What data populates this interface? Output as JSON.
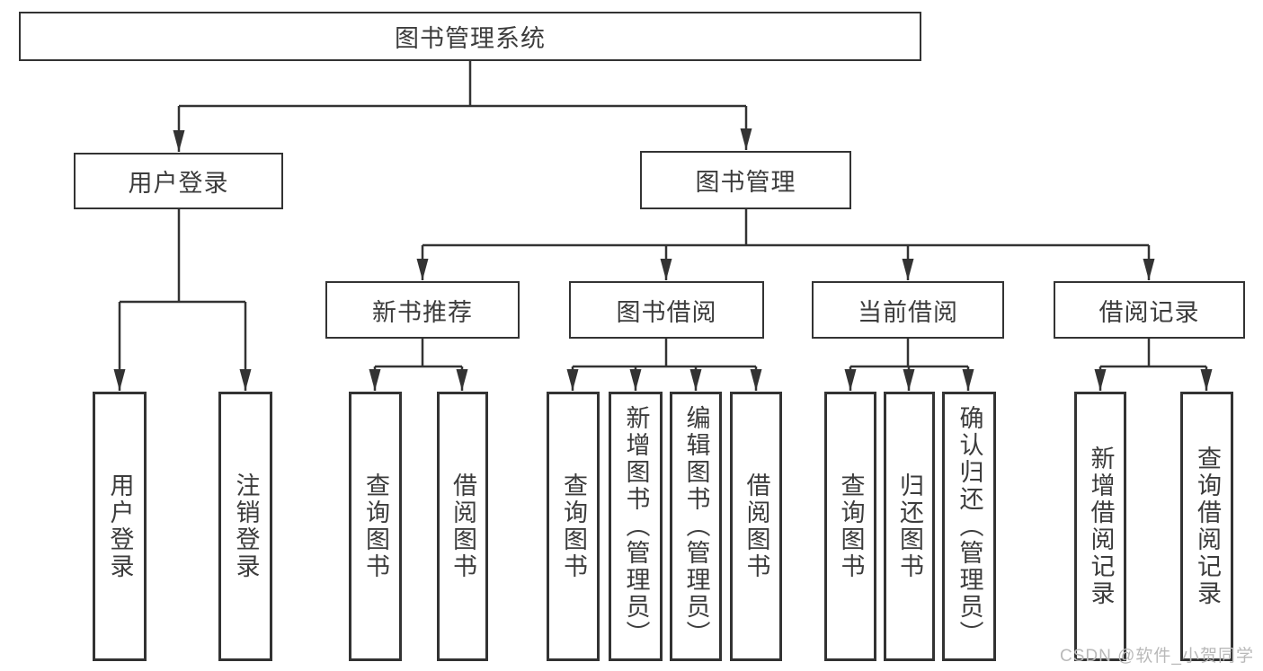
{
  "diagram": {
    "type": "hierarchy-tree",
    "colors": {
      "line": "#333333",
      "box_border": "#333333",
      "box_fill": "#ffffff",
      "text": "#3c3c3c",
      "watermark": "#b9b9b9"
    },
    "tree": {
      "label": "图书管理系统",
      "children": [
        {
          "label": "用户登录",
          "children": [
            {
              "label": "用户登录"
            },
            {
              "label": "注销登录"
            }
          ]
        },
        {
          "label": "图书管理",
          "children": [
            {
              "label": "新书推荐",
              "children": [
                {
                  "label": "查询图书"
                },
                {
                  "label": "借阅图书"
                }
              ]
            },
            {
              "label": "图书借阅",
              "children": [
                {
                  "label": "查询图书"
                },
                {
                  "label": "新增图书（管理员）"
                },
                {
                  "label": "编辑图书（管理员）"
                },
                {
                  "label": "借阅图书"
                }
              ]
            },
            {
              "label": "当前借阅",
              "children": [
                {
                  "label": "查询图书"
                },
                {
                  "label": "归还图书"
                },
                {
                  "label": "确认归还（管理员）"
                }
              ]
            },
            {
              "label": "借阅记录",
              "children": [
                {
                  "label": "新增借阅记录"
                },
                {
                  "label": "查询借阅记录"
                }
              ]
            }
          ]
        }
      ]
    },
    "watermark": {
      "text": "CSDN @软件_小贺同学"
    }
  }
}
